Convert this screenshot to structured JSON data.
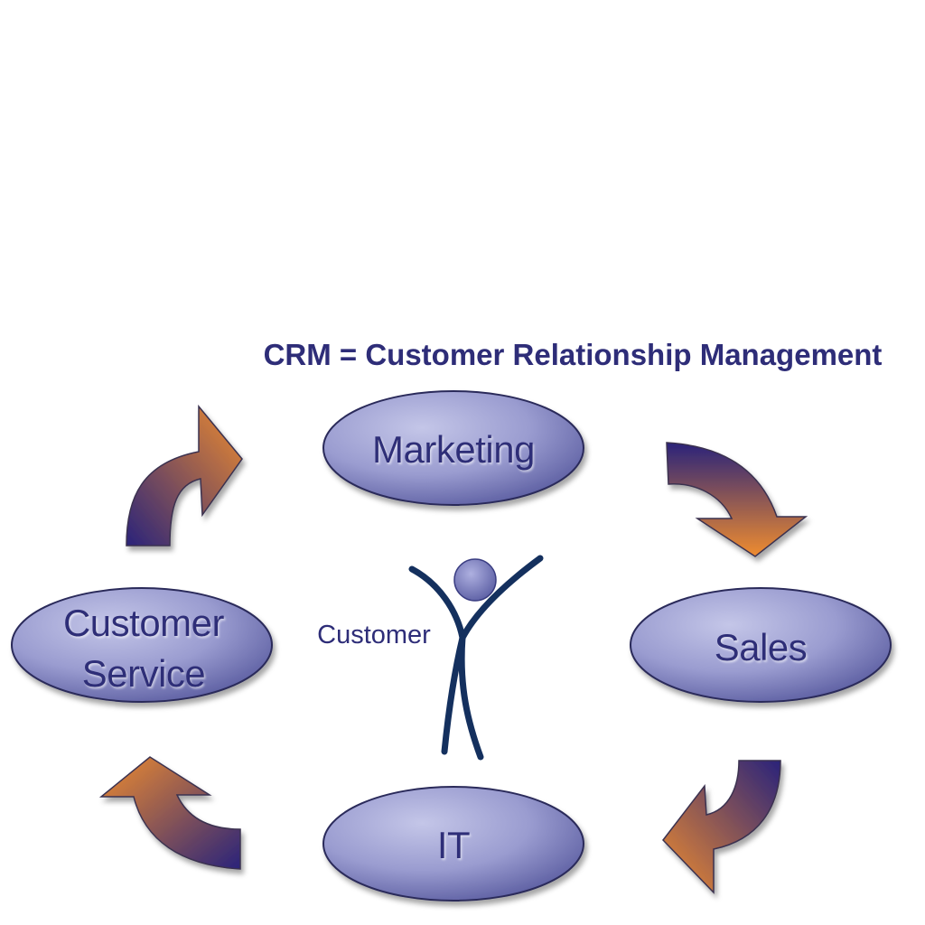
{
  "title": "CRM = Customer Relationship Management",
  "center": {
    "label": "Customer"
  },
  "nodes": [
    {
      "id": "marketing",
      "lines": [
        "Marketing"
      ]
    },
    {
      "id": "sales",
      "lines": [
        "Sales"
      ]
    },
    {
      "id": "it",
      "lines": [
        "IT"
      ]
    },
    {
      "id": "customer-service",
      "lines": [
        "Customer",
        "Service"
      ]
    }
  ],
  "colors": {
    "text_primary": "#2e2d78",
    "node_fill_light": "#b0b2dc",
    "node_fill_dark": "#5a5ca0",
    "node_stroke": "#2a2a5a",
    "arrow_orange": "#ef8c2f",
    "arrow_navy": "#2a237a",
    "figure_stroke": "#14305e",
    "figure_head": "#7d80c0"
  }
}
